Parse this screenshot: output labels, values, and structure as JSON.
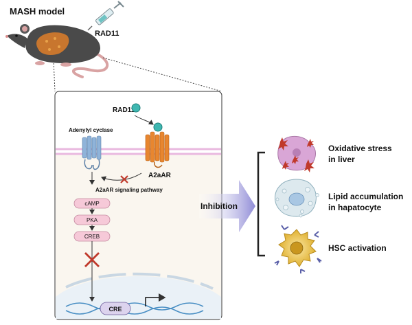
{
  "model_title": "MASH model",
  "drug_label": "RAD11",
  "pathway": {
    "ligand_label": "RAD11",
    "enzyme_label": "Adenylyl cyclase",
    "receptor_label": "A2aAR",
    "pathway_label": "A2aAR signaling pathway",
    "steps": [
      "cAMP",
      "PKA",
      "CREB"
    ],
    "gene_label": "CRE"
  },
  "inhibition_label": "Inhibition",
  "outcomes": [
    {
      "line1": "Oxidative stress",
      "line2": "in liver"
    },
    {
      "line1": "Lipid accumulation",
      "line2": "in hapatocyte"
    },
    {
      "line1": "HSC activation",
      "line2": ""
    }
  ],
  "colors": {
    "receptor": "#e8862f",
    "enzyme": "#8fb3d9",
    "ligand": "#3fb7b1",
    "step_box": "#f6c9d8",
    "inhibit_x": "#c0392b",
    "arrow": "#9a96d8",
    "membrane": "#e9b8df"
  },
  "icons": [
    "mouse-icon",
    "syringe-icon",
    "liver-icon",
    "oxidative-cell-icon",
    "lipid-cell-icon",
    "hsc-cell-icon"
  ]
}
